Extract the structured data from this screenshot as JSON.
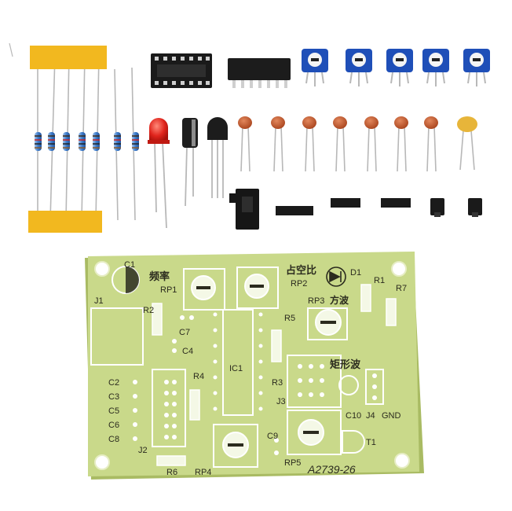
{
  "pcb": {
    "code": "A2739-26",
    "labels": {
      "c1": "C1",
      "freq": "频率",
      "rp1": "RP1",
      "duty": "占空比",
      "rp2": "RP2",
      "d1": "D1",
      "r1": "R1",
      "j1": "J1",
      "r2": "R2",
      "rp3": "RP3",
      "tri": "方波",
      "r7": "R7",
      "c7": "C7",
      "r5": "R5",
      "c4": "C4",
      "ic1": "IC1",
      "rect": "矩形波",
      "r3": "R3",
      "r4": "R4",
      "c2": "C2",
      "c3": "C3",
      "c5": "C5",
      "c6": "C6",
      "c8": "C8",
      "j3": "J3",
      "c10": "C10",
      "j4": "J4",
      "gnd": "GND",
      "j2": "J2",
      "c9": "C9",
      "t1": "T1",
      "rp5": "RP5",
      "r6": "R6",
      "rp4": "RP4"
    }
  },
  "colors": {
    "board": "#c9d98a",
    "board_edge": "#a9bb63",
    "tape": "#f2b81f",
    "trimpot": "#1f4fb8",
    "ceramic_cap": "#c8582a",
    "resistor_body": "#3a78c9",
    "led": "#e0241c",
    "socket": "#1a1a1a"
  },
  "parts": [
    "resistor-strip",
    "ic-socket",
    "ic-chip",
    "trimpot",
    "led",
    "electrolytic-capacitor",
    "transistor",
    "ceramic-capacitor",
    "dc-jack",
    "pin-header",
    "jumper-cap"
  ]
}
